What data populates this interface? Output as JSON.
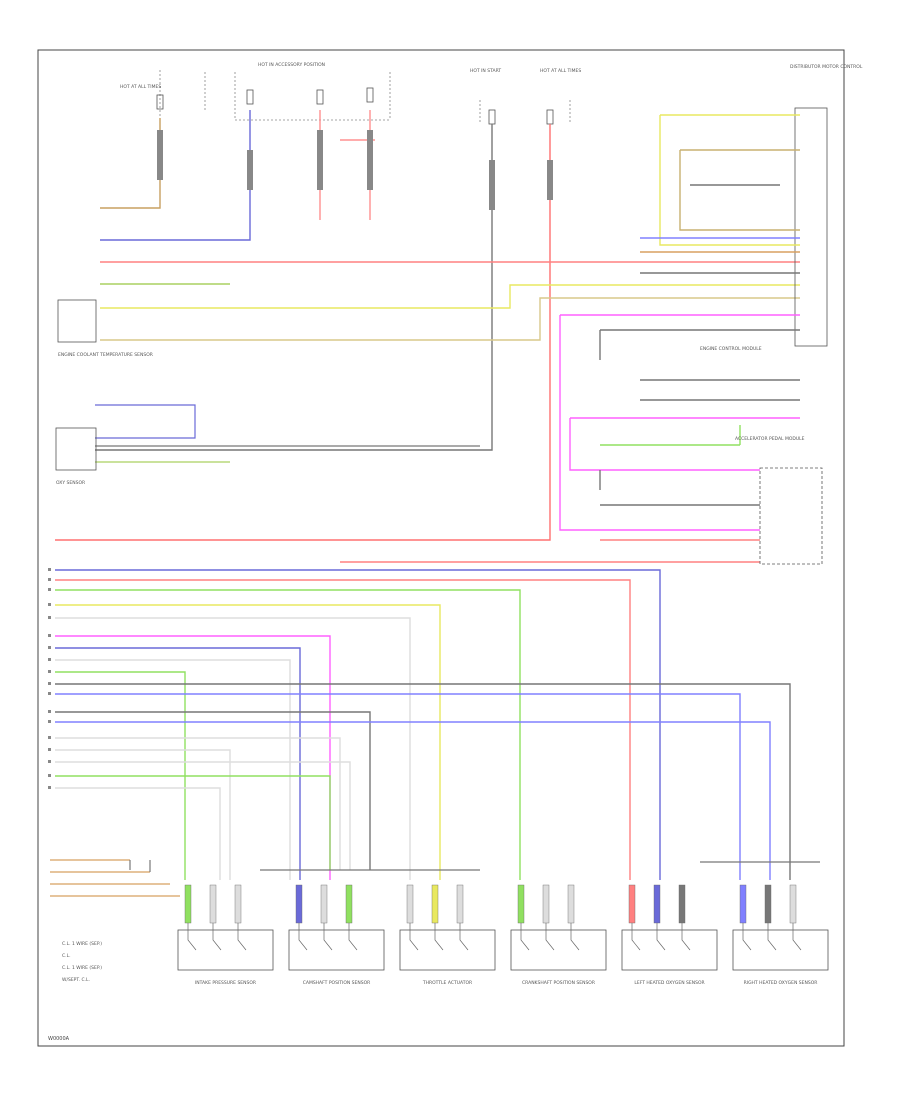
{
  "diagram": {
    "footer_code": "W0000A",
    "legend": [
      "C.L. 1 WIRE (SEP.)",
      "C.L.",
      "C.L. 1 WIRE (SEP.)",
      "W/SEPT. C.L."
    ],
    "top_labels": {
      "fuse_left": "HOT AT ALL TIMES",
      "fuse_mid": "HOT IN ACCESSORY POSITION",
      "fuse_center": "HOT IN START",
      "fuse_right": "HOT AT ALL TIMES",
      "relay_right": "DISTRIBUTOR MOTOR CONTROL"
    },
    "connectors": {
      "left_module": "ENGINE COOLANT TEMPERATURE SENSOR",
      "left_sensor": "OXY SENSOR",
      "right_module": "ENGINE CONTROL MODULE",
      "right_lower_module": "ACCELERATOR PEDAL MODULE"
    },
    "bottom_components": [
      "INTAKE PRESSURE SENSOR",
      "CAMSHAFT POSITION SENSOR",
      "THROTTLE ACTUATOR",
      "CRANKSHAFT POSITION SENSOR",
      "LEFT HEATED OXYGEN SENSOR",
      "RIGHT HEATED OXYGEN SENSOR"
    ]
  }
}
